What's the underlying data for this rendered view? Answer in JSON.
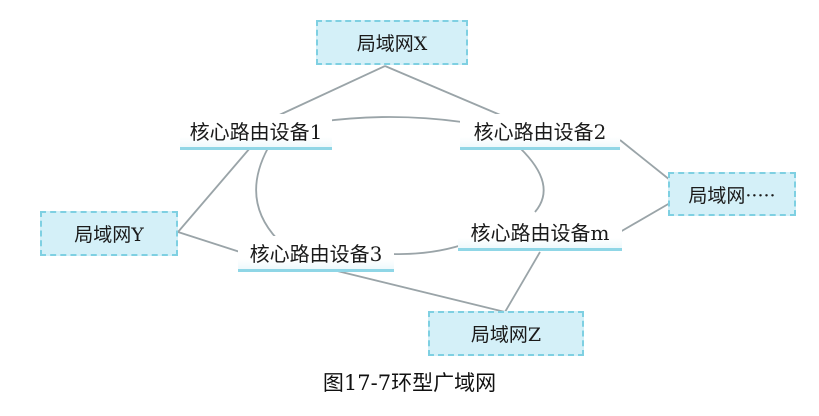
{
  "diagram": {
    "lans": {
      "x": "局域网X",
      "y": "局域网Y",
      "z": "局域网Z",
      "more": "局域网·····"
    },
    "routers": {
      "r1": "核心路由设备1",
      "r2": "核心路由设备2",
      "r3": "核心路由设备3",
      "rm": "核心路由设备m"
    },
    "caption": "图17-7环型广域网",
    "colors": {
      "line": "#9aa4a8",
      "lan_fill": "#d4f0f8",
      "lan_border": "#7fd0e2",
      "router_underline": "#8fd6e6"
    }
  }
}
